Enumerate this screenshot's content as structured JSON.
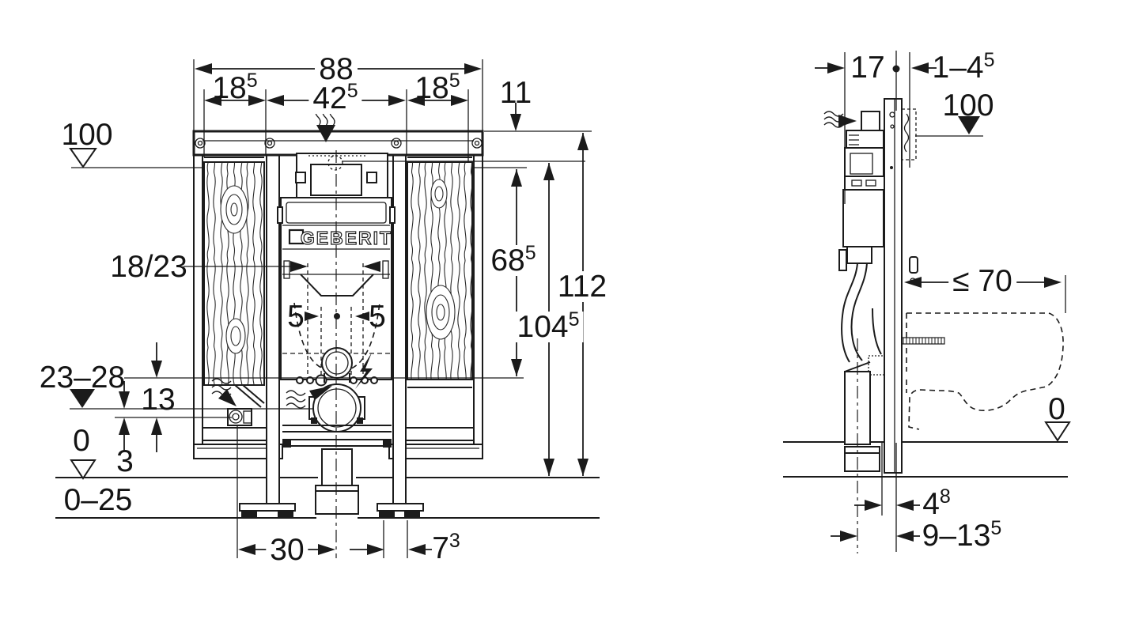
{
  "brand": {
    "logo": "GEBERIT"
  },
  "front_view": {
    "dims": {
      "overall_width": {
        "value": "88"
      },
      "stud_left": {
        "value": "18",
        "sup": "5"
      },
      "center_width": {
        "value": "42",
        "sup": "5"
      },
      "stud_right": {
        "value": "18",
        "sup": "5"
      },
      "top_offset": {
        "value": "11"
      },
      "level_100": {
        "value": "100"
      },
      "fixing_spacing": {
        "value": "18/23"
      },
      "bolt_left": {
        "value": "5"
      },
      "bolt_right": {
        "value": "5"
      },
      "height_68": {
        "value": "68",
        "sup": "5"
      },
      "height_total": {
        "value": "112"
      },
      "height_104": {
        "value": "104",
        "sup": "5"
      },
      "range_23_28": {
        "value": "23–28"
      },
      "dim_13": {
        "value": "13"
      },
      "dim_3": {
        "value": "3"
      },
      "level_0": {
        "value": "0"
      },
      "range_0_25": {
        "value": "0–25"
      },
      "dim_30": {
        "value": "30"
      },
      "dim_7_3": {
        "value": "7",
        "sup": "3"
      }
    }
  },
  "side_view": {
    "dims": {
      "depth_17": {
        "value": "17"
      },
      "range_1_45": {
        "value": "1–4",
        "sup": "5"
      },
      "level_100": {
        "value": "100"
      },
      "bowl_depth_max": {
        "value": "≤ 70"
      },
      "level_0": {
        "value": "0"
      },
      "dim_4_8": {
        "value": "4",
        "sup": "8"
      },
      "range_9_135": {
        "value": "9–13",
        "sup": "5"
      }
    }
  }
}
